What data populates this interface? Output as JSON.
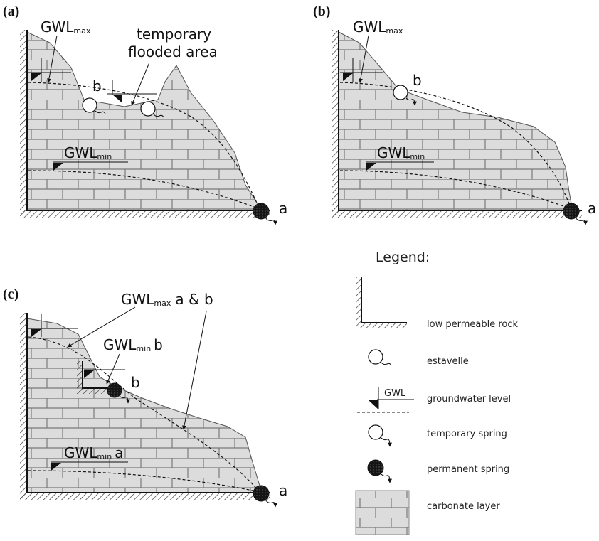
{
  "panels": {
    "a": {
      "tag": "(a)",
      "gwl_max": "GWL",
      "gwl_max_sub": "max",
      "gwl_min": "GWL",
      "gwl_min_sub": "min",
      "flood_line1": "temporary",
      "flood_line2": "flooded area",
      "spring_a": "a",
      "spring_b": "b"
    },
    "b": {
      "tag": "(b)",
      "gwl_max": "GWL",
      "gwl_max_sub": "max",
      "gwl_min": "GWL",
      "gwl_min_sub": "min",
      "spring_a": "a",
      "spring_b": "b"
    },
    "c": {
      "tag": "(c)",
      "gwl_max": "GWL",
      "gwl_max_sub": "max",
      "gwl_max_suffix": "a & b",
      "gwl_minb": "GWL",
      "gwl_minb_sub": "min",
      "gwl_minb_suffix": "b",
      "gwl_mina": "GWL",
      "gwl_mina_sub": "min",
      "gwl_mina_suffix": "a",
      "spring_a": "a",
      "spring_b": "b"
    }
  },
  "legend": {
    "title": "Legend:",
    "items": [
      {
        "icon": "low-permeable-rock-icon",
        "label": "low permeable rock"
      },
      {
        "icon": "estavelle-icon",
        "label": "estavelle"
      },
      {
        "icon": "groundwater-level-icon",
        "label": "groundwater level",
        "icon_text": "GWL"
      },
      {
        "icon": "temporary-spring-icon",
        "label": "temporary spring"
      },
      {
        "icon": "permanent-spring-icon",
        "label": "permanent spring"
      },
      {
        "icon": "carbonate-layer-icon",
        "label": "carbonate layer"
      }
    ]
  },
  "colors": {
    "carbonate_fill": "#dcdcdc",
    "brick_line": "#7a7a7a",
    "line": "#111111"
  }
}
